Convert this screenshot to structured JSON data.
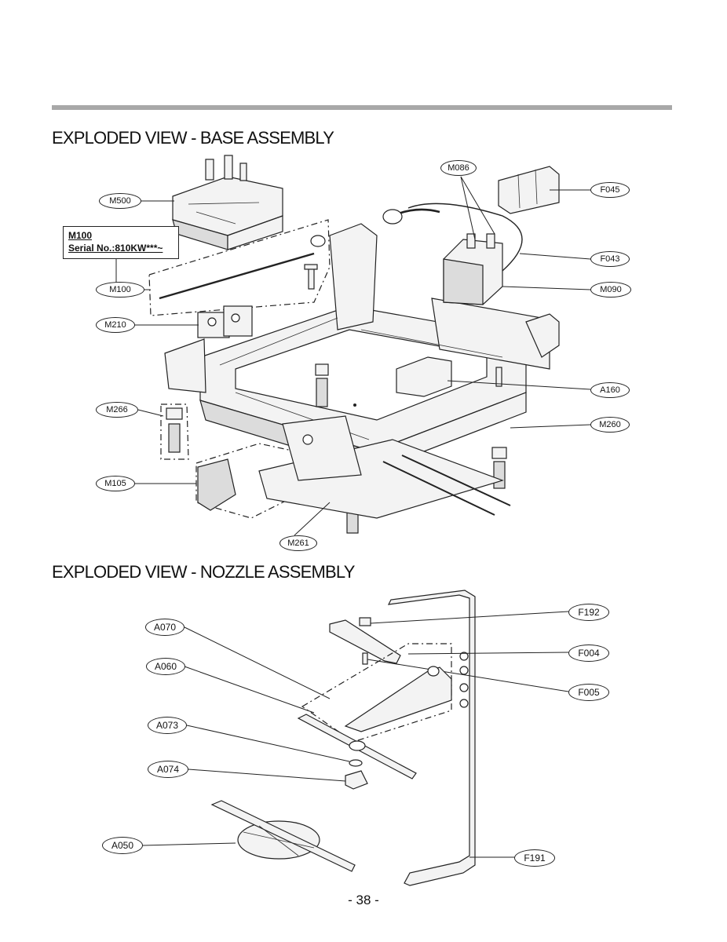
{
  "titles": {
    "base": "EXPLODED VIEW - BASE ASSEMBLY",
    "nozzle": "EXPLODED VIEW - NOZZLE ASSEMBLY"
  },
  "note": {
    "line1": "M100",
    "line2": "Serial No.:810KW***~"
  },
  "base_labels": {
    "M086": "M086",
    "M500": "M500",
    "F045": "F045",
    "F043": "F043",
    "M100": "M100",
    "M090": "M090",
    "M210": "M210",
    "A160": "A160",
    "M266": "M266",
    "M260": "M260",
    "M105": "M105",
    "M261": "M261"
  },
  "nozzle_labels": {
    "A070": "A070",
    "F192": "F192",
    "F004": "F004",
    "A060": "A060",
    "F005": "F005",
    "A073": "A073",
    "A074": "A074",
    "A050": "A050",
    "F191": "F191"
  },
  "page_number": "- 38 -"
}
